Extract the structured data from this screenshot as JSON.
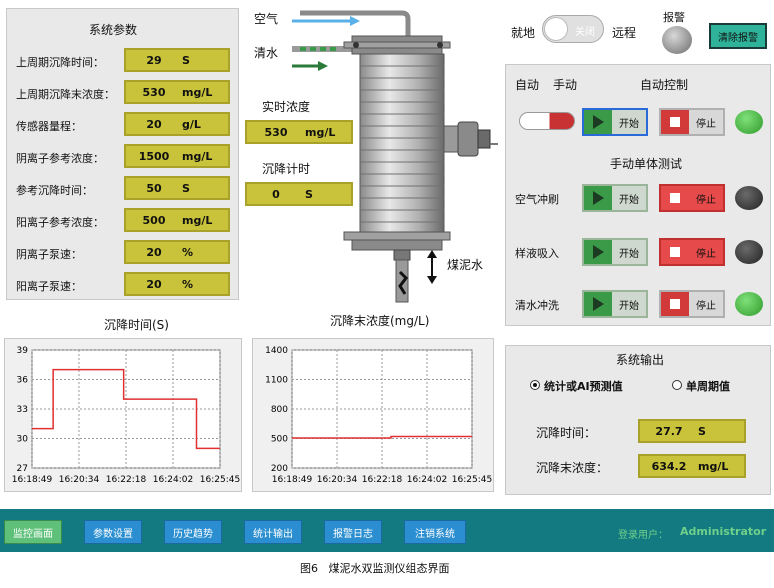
{
  "system_params": {
    "title": "系统参数",
    "rows": [
      {
        "label": "上周期沉降时间：",
        "value": "29",
        "unit": "S"
      },
      {
        "label": "上周期沉降末浓度：",
        "value": "530",
        "unit": "mg/L"
      },
      {
        "label": "传感器量程：",
        "value": "20",
        "unit": "g/L"
      },
      {
        "label": "阴离子参考浓度：",
        "value": "1500",
        "unit": "mg/L"
      },
      {
        "label": "参考沉降时间：",
        "value": "50",
        "unit": "S"
      },
      {
        "label": "阳离子参考浓度：",
        "value": "500",
        "unit": "mg/L"
      },
      {
        "label": "阴离子泵速：",
        "value": "20",
        "unit": "%"
      },
      {
        "label": "阳离子泵速：",
        "value": "20",
        "unit": "%"
      }
    ]
  },
  "process": {
    "air_label": "空气",
    "water_label": "清水",
    "slime_label": "煤泥水",
    "realtime_conc_label": "实时浓度",
    "realtime_conc_value": "530",
    "realtime_conc_unit": "mg/L",
    "timer_label": "沉降计时",
    "timer_value": "0",
    "timer_unit": "S"
  },
  "mode": {
    "local_label": "就地",
    "toggle_label": "关闭",
    "remote_label": "远程",
    "alarm_label": "报警",
    "clear_alarm_label": "清除报警"
  },
  "control": {
    "auto_label": "自动",
    "manual_label": "手动",
    "auto_control_label": "自动控制",
    "start_label": "开始",
    "stop_label": "停止",
    "manual_test_title": "手动单体测试",
    "tests": [
      {
        "label": "空气冲刷",
        "start": "开始",
        "stop": "停止"
      },
      {
        "label": "样液吸入",
        "start": "开始",
        "stop": "停止"
      },
      {
        "label": "清水冲洗",
        "start": "开始",
        "stop": "停止"
      }
    ]
  },
  "output": {
    "title": "系统输出",
    "radio1": "统计或AI预测值",
    "radio2": "单周期值",
    "time_label": "沉降时间：",
    "time_value": "27.7",
    "time_unit": "S",
    "conc_label": "沉降末浓度：",
    "conc_value": "634.2",
    "conc_unit": "mg/L"
  },
  "chart_data": [
    {
      "type": "line",
      "title": "沉降时间(S)",
      "x": [
        "16:18:49",
        "16:20:34",
        "16:22:18",
        "16:24:02",
        "16:25:45"
      ],
      "ylim": [
        27,
        39
      ],
      "yticks": [
        27,
        30,
        33,
        36,
        39
      ],
      "series": [
        {
          "color": "#e03030",
          "points": [
            [
              0,
              31
            ],
            [
              0.45,
              31
            ],
            [
              0.45,
              37
            ],
            [
              1.95,
              37
            ],
            [
              1.95,
              34
            ],
            [
              3.5,
              34
            ],
            [
              3.5,
              29
            ],
            [
              4.0,
              29
            ]
          ]
        }
      ]
    },
    {
      "type": "line",
      "title": "沉降末浓度(mg/L)",
      "x": [
        "16:18:49",
        "16:20:34",
        "16:22:18",
        "16:24:02",
        "16:25:45"
      ],
      "ylim": [
        200,
        1400
      ],
      "yticks": [
        200,
        500,
        800,
        1100,
        1400
      ],
      "series": [
        {
          "color": "#e03030",
          "points": [
            [
              0,
              505
            ],
            [
              2.2,
              505
            ],
            [
              2.2,
              520
            ],
            [
              4.0,
              520
            ]
          ]
        }
      ]
    }
  ],
  "nav": {
    "buttons": [
      "监控画面",
      "参数设置",
      "历史趋势",
      "统计输出",
      "报警日志",
      "注销系统"
    ],
    "login_label": "登录用户：",
    "user": "Administrator"
  },
  "caption": "图6   煤泥水双监测仪组态界面",
  "colors": {
    "value_box": "#c8c33a",
    "nav_bg": "#127a80",
    "nav_btn": "#2a8ed0",
    "active_btn": "#5fc07a"
  }
}
